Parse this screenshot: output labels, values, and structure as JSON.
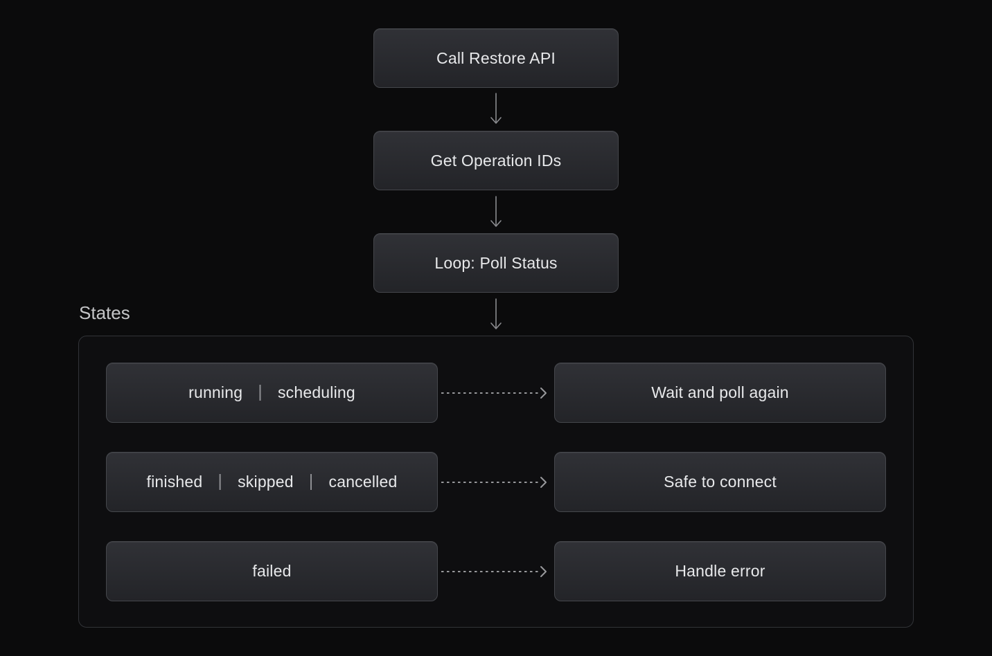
{
  "flow": {
    "nodes": [
      {
        "label": "Call Restore API"
      },
      {
        "label": "Get Operation IDs"
      },
      {
        "label": "Loop: Poll Status"
      }
    ]
  },
  "states_section": {
    "title": "States",
    "separator": "|",
    "rows": [
      {
        "states": [
          "running",
          "scheduling"
        ],
        "action": "Wait and poll again"
      },
      {
        "states": [
          "finished",
          "skipped",
          "cancelled"
        ],
        "action": "Safe to connect"
      },
      {
        "states": [
          "failed"
        ],
        "action": "Handle error"
      }
    ]
  },
  "colors": {
    "page_background": "#0b0b0c",
    "box_gradient_top": "#303136",
    "box_gradient_bottom": "#232428",
    "box_border": "#45474c",
    "box_text": "#e8e9eb",
    "dashed_arrow": "#98999c",
    "vertical_arrow": "#8b8c90",
    "section_title": "#c4c5c7",
    "container_border": "#323438"
  }
}
